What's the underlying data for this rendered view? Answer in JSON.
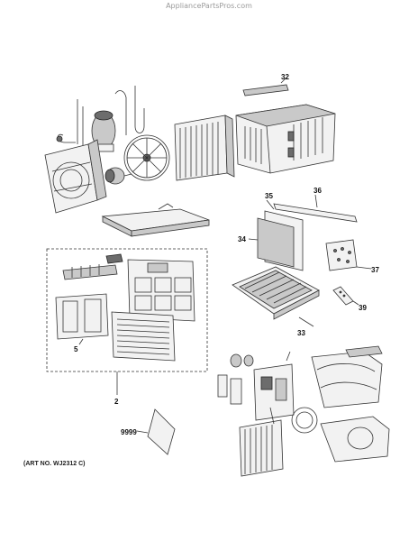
{
  "source_watermark": "AppliancePartsPros.com",
  "art_number": "(ART NO. WJ2312 C)",
  "callouts": {
    "c32": "32",
    "c35": "35",
    "c36": "36",
    "c34": "34",
    "c37": "37",
    "c39": "39",
    "c33": "33",
    "c5": "5",
    "c2": "2",
    "c9999": "9999"
  }
}
